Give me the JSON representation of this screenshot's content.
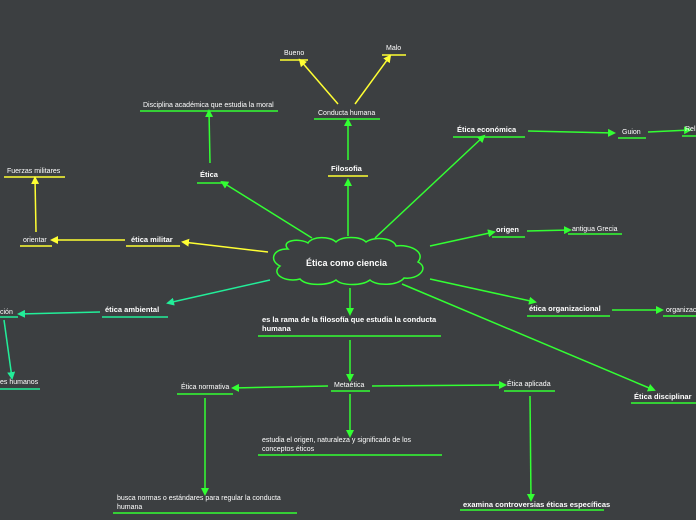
{
  "central": "Ética como  ciencia",
  "colors": {
    "background": "#3c3f41",
    "green": "#33ff33",
    "yellow": "#ffff33",
    "teal": "#22ee99"
  },
  "nodes": {
    "etica": "Ética",
    "disciplina": "Disciplina académica que estudia la moral",
    "filosofia": "Filosofia",
    "conducta": "Conducta humana",
    "bueno": "Bueno",
    "malo": "Malo",
    "etica_militar": "ética militar",
    "orientar": "orientar",
    "fuerzas": "Fuerzas militares",
    "etica_ambiental": "ética ambiental",
    "cion": "ción",
    "humanos": "es humanos",
    "es_rama": "es la rama de la filosofía que estudia la conducta humana",
    "metaetica": "Metaética",
    "estudia": "estudia el origen, naturaleza y significado de los conceptos éticos",
    "normativa": "Ética normativa",
    "busca": "busca normas o estándares para regular la conducta humana",
    "aplicada": "Ética aplicada",
    "examina": "examina controversias éticas específicas",
    "etica_economica": "Ética económica",
    "guion": "Guion",
    "rel": "Rel",
    "origen": "origen",
    "grecia": "antigua Grecia",
    "etica_org": "ética organizacional",
    "organizac": "organizac",
    "etica_disc": "Ética disciplinar"
  }
}
